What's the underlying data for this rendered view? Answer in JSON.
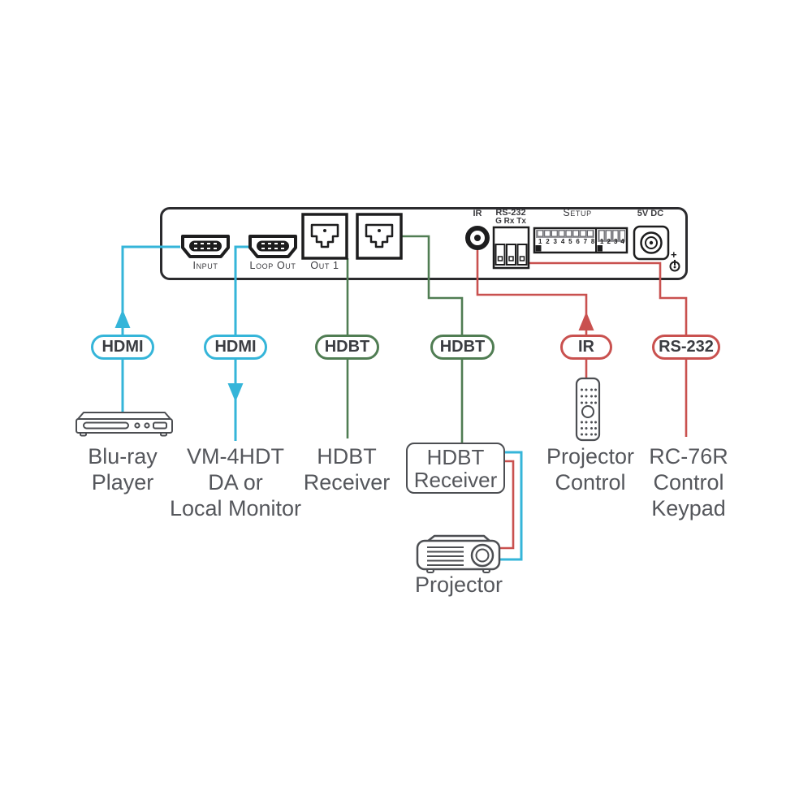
{
  "colors": {
    "hdmi": "#35b5d9",
    "hdbt": "#507d53",
    "control": "#c9514f",
    "panel_outline": "#2b2b2e",
    "icon_outline": "#4c4e52",
    "label_text": "#55575c",
    "badge_text": "#3b3d42"
  },
  "panel": {
    "input_label": "Input",
    "loop_out_label": "Loop Out",
    "out1_label": "Out 1",
    "ir_label": "IR",
    "rs232_label": "RS-232",
    "rs232_pins_label": "G Rx Tx",
    "setup_label": "Setup",
    "power_label": "5V DC",
    "dip8_numbers": "1 2 3 4 5 6 7 8",
    "dip4_numbers": "1 2 3 4",
    "polarity_plus": "+"
  },
  "badges": [
    {
      "label": "HDMI",
      "signal": "hdmi"
    },
    {
      "label": "HDMI",
      "signal": "hdmi"
    },
    {
      "label": "HDBT",
      "signal": "hdbt"
    },
    {
      "label": "HDBT",
      "signal": "hdbt"
    },
    {
      "label": "IR",
      "signal": "control"
    },
    {
      "label": "RS-232",
      "signal": "control"
    }
  ],
  "devices": {
    "bluray": {
      "lines": [
        "Blu-ray",
        "Player"
      ]
    },
    "loop_monitor": {
      "lines": [
        "VM-4HDT",
        "DA or",
        "Local Monitor"
      ]
    },
    "hdbt_receiver_1": {
      "lines": [
        "HDBT",
        "Receiver"
      ]
    },
    "hdbt_receiver_2": {
      "lines": [
        "HDBT",
        "Receiver"
      ]
    },
    "projector_control": {
      "lines": [
        "Projector",
        "Control"
      ]
    },
    "rc76r": {
      "lines": [
        "RC-76R",
        "Control",
        "Keypad"
      ]
    },
    "projector": {
      "lines": [
        "Projector"
      ]
    }
  }
}
